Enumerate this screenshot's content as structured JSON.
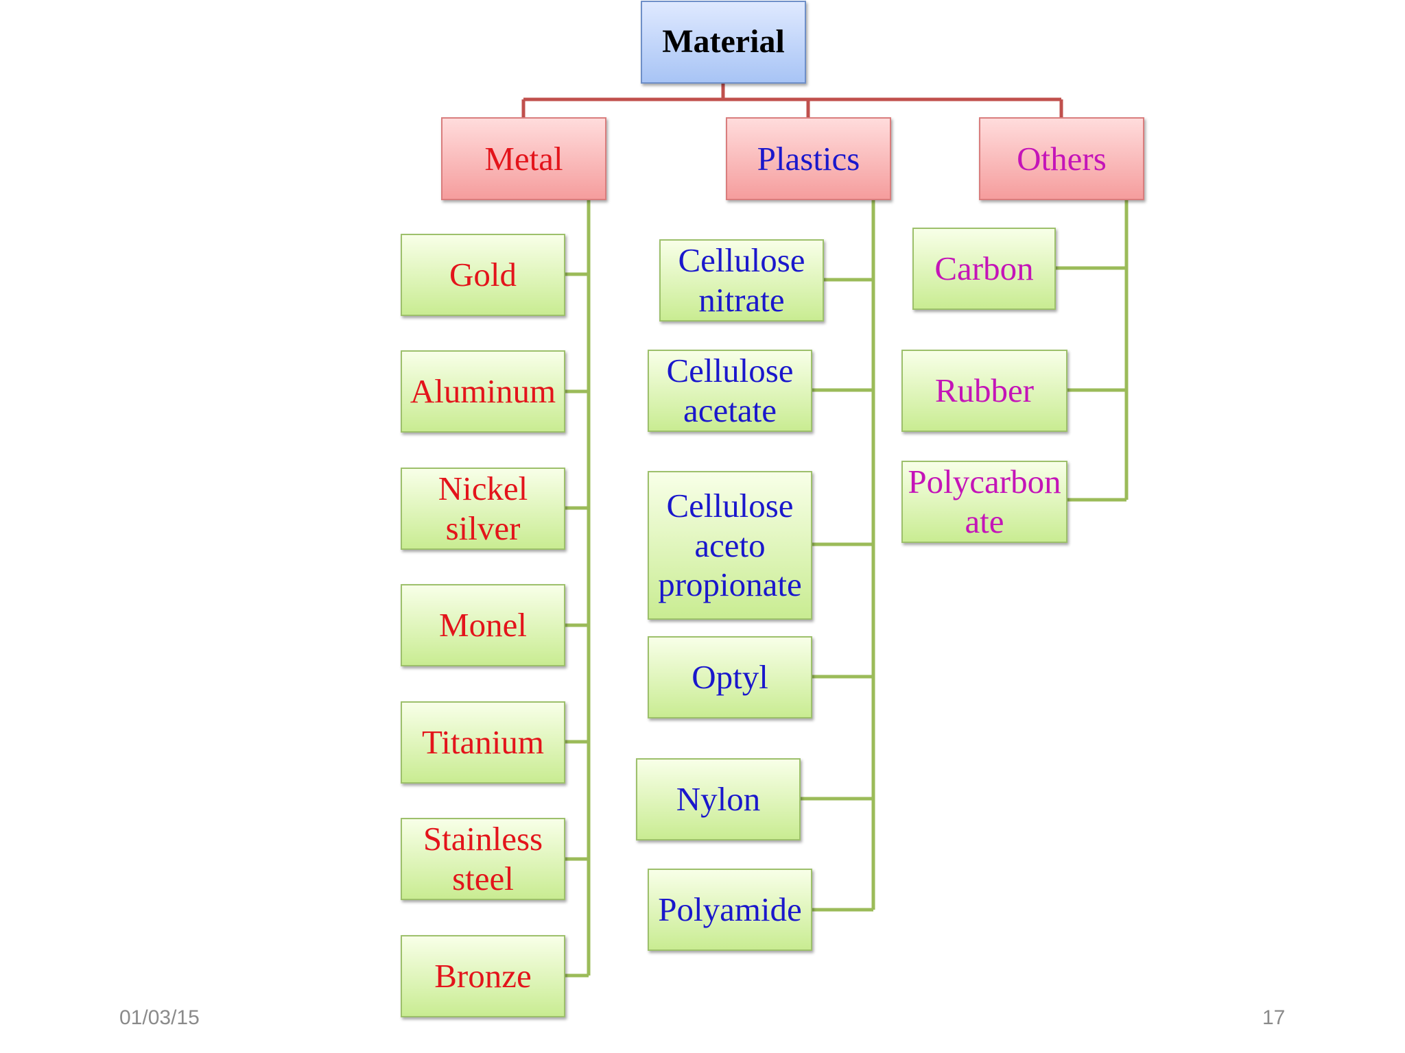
{
  "root": {
    "label": "Material"
  },
  "categories": [
    {
      "label": "Metal",
      "color": "#e3141b",
      "items": [
        "Gold",
        "Aluminum",
        "Nickel\nsilver",
        "Monel",
        "Titanium",
        "Stainless\nsteel",
        "Bronze"
      ]
    },
    {
      "label": "Plastics",
      "color": "#1a17cc",
      "items": [
        "Cellulose\nnitrate",
        "Cellulose\nacetate",
        "Cellulose\naceto\npropionate",
        "Optyl",
        "Nylon",
        "Polyamide"
      ]
    },
    {
      "label": "Others",
      "color": "#c414b8",
      "items": [
        "Carbon",
        "Rubber",
        "Polycarbon\nate"
      ]
    }
  ],
  "colors": {
    "root_connector": "#c0504d",
    "leaf_connector": "#9bbb59"
  },
  "footer": {
    "date": "01/03/15",
    "page": "17"
  }
}
